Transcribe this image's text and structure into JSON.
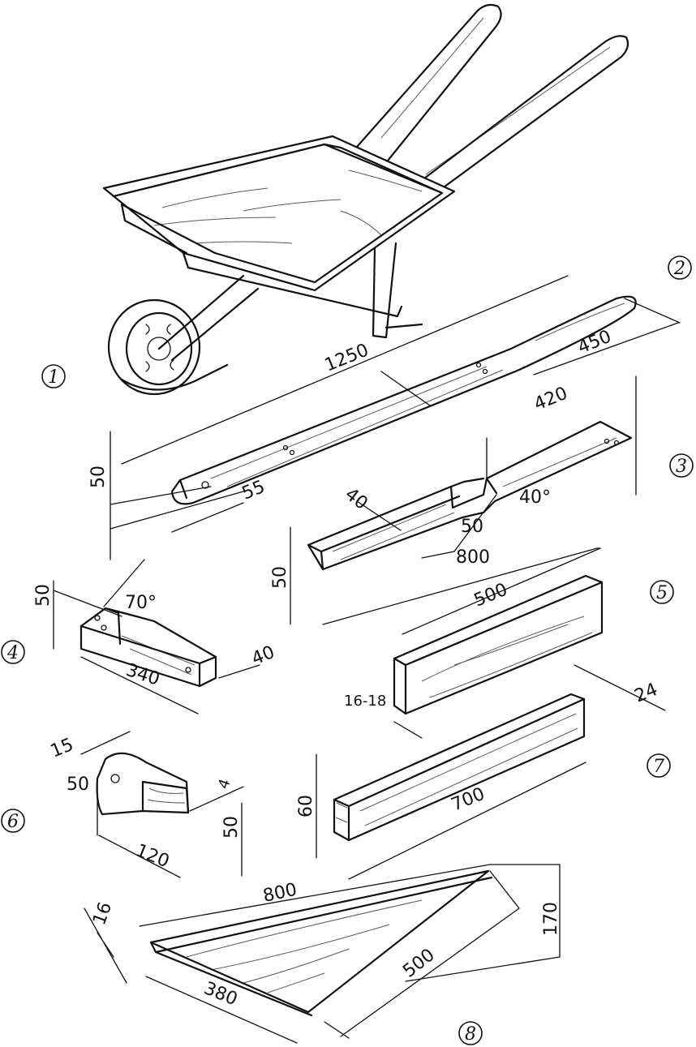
{
  "parts": [
    {
      "id": "1",
      "label": "1"
    },
    {
      "id": "2",
      "label": "2"
    },
    {
      "id": "3",
      "label": "3"
    },
    {
      "id": "4",
      "label": "4"
    },
    {
      "id": "5",
      "label": "5"
    },
    {
      "id": "6",
      "label": "6"
    },
    {
      "id": "7",
      "label": "7"
    },
    {
      "id": "8",
      "label": "8"
    }
  ],
  "dimensions": {
    "p2_length": "1250",
    "p2_handle": "450",
    "p2_height": "50",
    "p2_end": "55",
    "p3_length_right": "420",
    "p3_width": "40",
    "p3_angle": "40°",
    "p3_notch": "50",
    "p3_total": "800",
    "p3_height": "50",
    "p4_height": "50",
    "p4_angle": "70°",
    "p4_width": "40",
    "p4_length": "340",
    "p5_length": "500",
    "p5_thickness": "16-18",
    "p6_top": "15",
    "p6_offset": "4",
    "p6_left": "50",
    "p6_height": "50",
    "p6_length": "120",
    "p7_width": "24",
    "p7_height": "60",
    "p7_length": "700",
    "p8_top": "800",
    "p8_thickness": "16",
    "p8_height": "170",
    "p8_side": "500",
    "p8_bottom": "380"
  }
}
